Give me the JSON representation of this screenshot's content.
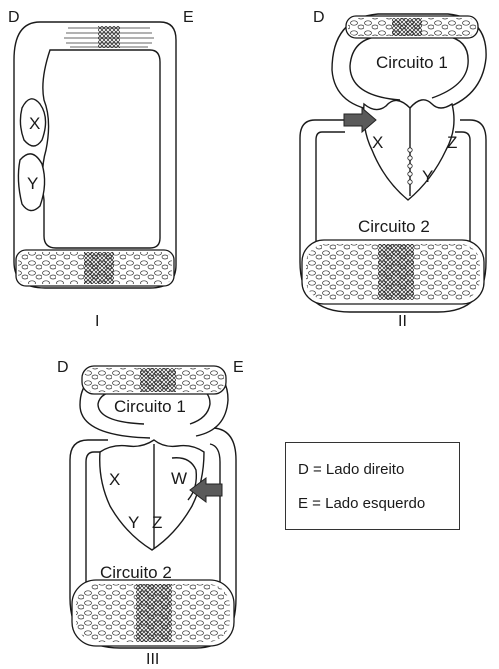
{
  "diagrams": {
    "one": {
      "roman": "I",
      "side_right": "D",
      "side_left": "E",
      "chamber_x": "X",
      "chamber_y": "Y"
    },
    "two": {
      "roman": "II",
      "side_right": "D",
      "circuit_1": "Circuito 1",
      "circuit_2": "Circuito 2",
      "chamber_x": "X",
      "chamber_y": "Y",
      "chamber_z": "Z"
    },
    "three": {
      "roman": "III",
      "side_right": "D",
      "side_left": "E",
      "circuit_1": "Circuito 1",
      "circuit_2": "Circuito 2",
      "chamber_x": "X",
      "chamber_y": "Y",
      "chamber_z": "Z",
      "chamber_w": "W"
    }
  },
  "legend": {
    "line_1": "D = Lado direito",
    "line_2": "E = Lado esquerdo"
  }
}
